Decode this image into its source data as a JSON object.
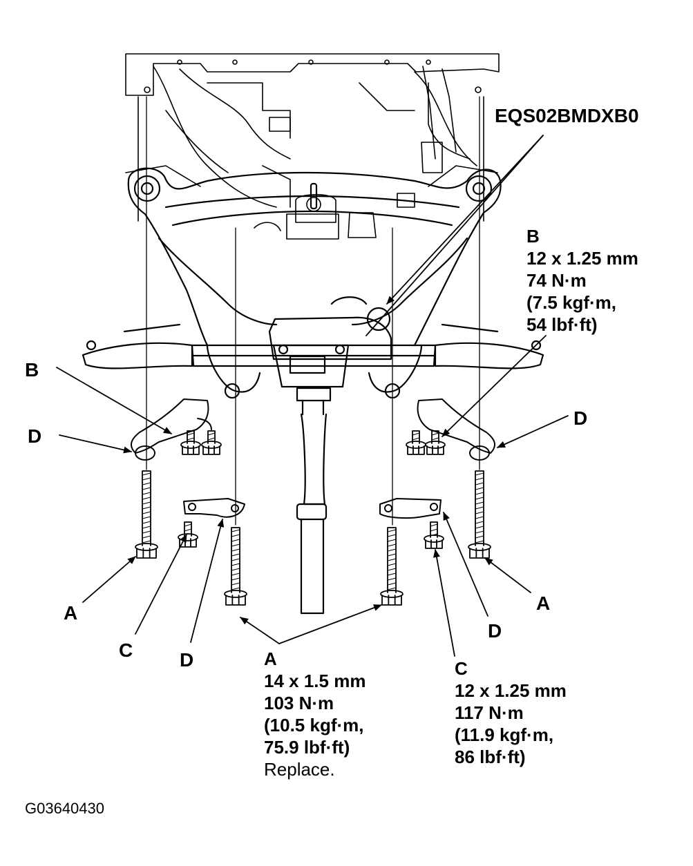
{
  "code_top": "EQS02BMDXB0",
  "code_bottom": "G03640430",
  "callouts": {
    "b_left": "B",
    "d_left": "D",
    "d_right": "D",
    "a_left": "A",
    "c_left": "C",
    "d_lower_left": "D",
    "a_right": "A",
    "d_lower_right": "D"
  },
  "spec_a": {
    "letter": "A",
    "size": "14 x 1.5 mm",
    "torque": "103 N·m",
    "kgf": "(10.5 kgf·m,",
    "lbf": "75.9 lbf·ft)",
    "note": "Replace."
  },
  "spec_b": {
    "letter": "B",
    "size": "12 x 1.25 mm",
    "torque": "74 N·m",
    "kgf": "(7.5 kgf·m,",
    "lbf": "54 lbf·ft)"
  },
  "spec_c": {
    "letter": "C",
    "size": "12 x 1.25 mm",
    "torque": "117 N·m",
    "kgf": "(11.9 kgf·m,",
    "lbf": "86 lbf·ft)"
  },
  "colors": {
    "ink": "#000000",
    "paper": "#ffffff"
  },
  "icons": [
    "bolt-icon",
    "bracket-icon",
    "arrow-icon"
  ]
}
